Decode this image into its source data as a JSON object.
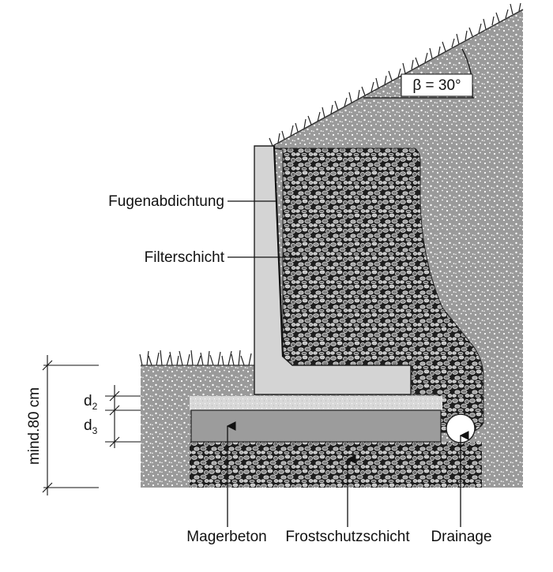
{
  "labels": {
    "angle": "β = 30°",
    "fugenabdichtung": "Fugenabdichtung",
    "filterschicht": "Filterschicht",
    "magerbeton": "Magerbeton",
    "frostschutzschicht": "Frostschutzschicht",
    "drainage": "Drainage",
    "mind_depth": "mind.80 cm",
    "d2": "d",
    "d2_sub": "2",
    "d3": "d",
    "d3_sub": "3"
  },
  "colors": {
    "soil": "#9a9a9a",
    "wall": "#d4d4d4",
    "gravel_bg": "#2a2a2a",
    "lean_concrete": "#9c9c9c",
    "frost_layer_light": "#d9d9d9"
  }
}
